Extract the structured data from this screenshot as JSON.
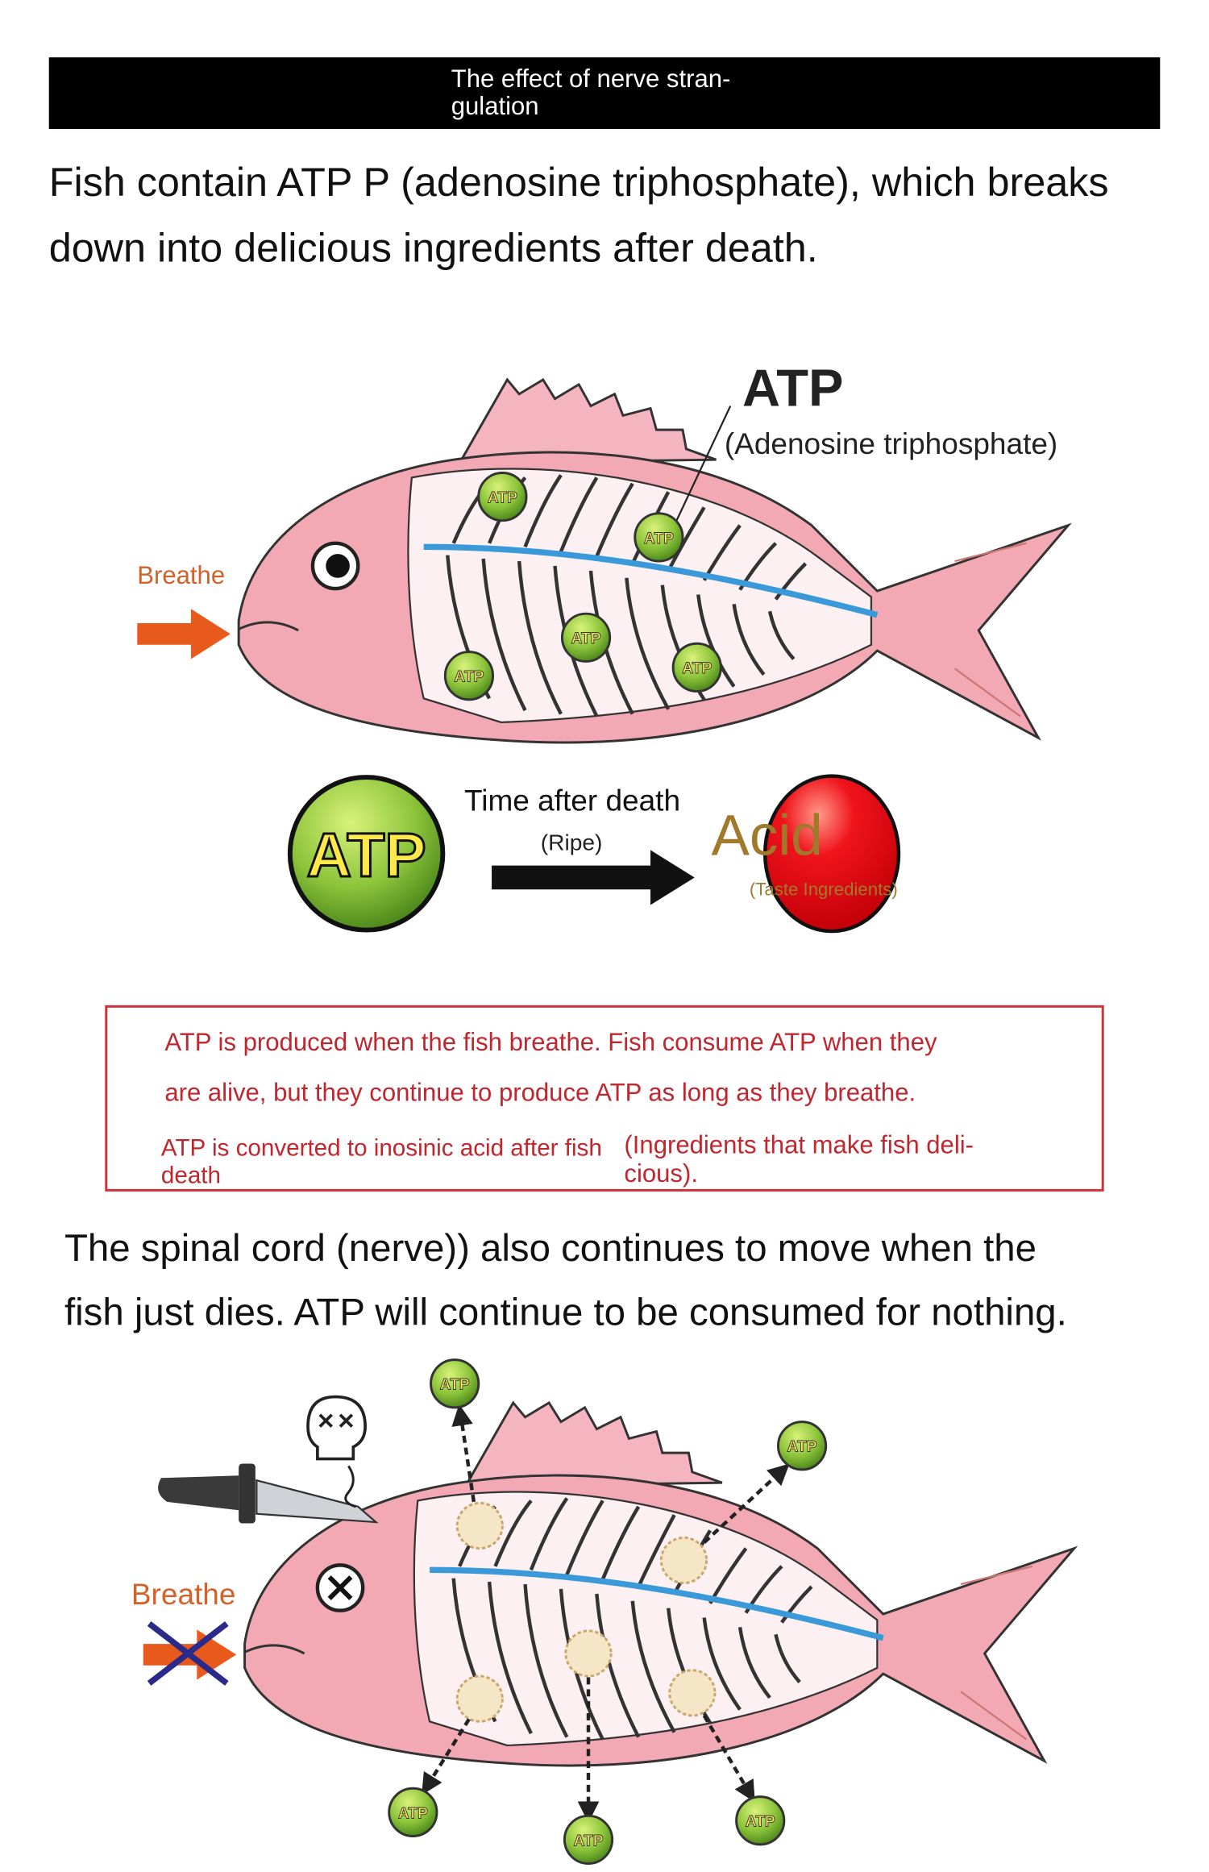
{
  "header": {
    "title_lines": [
      "The effect of nerve stran-",
      "gulation"
    ]
  },
  "intro": {
    "lines": [
      "Fish contain ATP P (adenosine triphosphate), which breaks",
      "down into delicious ingredients after death."
    ]
  },
  "diagram1": {
    "atp_label": "ATP",
    "atp_full_name": "(Adenosine triphosphate)",
    "breathe_label": "Breathe",
    "ball_label": "ATP",
    "big_ball_label": "ATP",
    "time_label": "Time after death",
    "ripe_label": "(Ripe)",
    "acid_label": "Acid",
    "acid_sublabel": "(Taste Ingredients)"
  },
  "info_box": {
    "lines": [
      "ATP is produced when the fish breathe. Fish consume ATP when they",
      "are alive, but they continue to produce ATP as long as they breathe."
    ],
    "conversion_lines": [
      "ATP is converted to inosinic acid after fish",
      "death"
    ],
    "parenthetical_lines": [
      "(Ingredients that make fish deli-",
      "cious)."
    ]
  },
  "spinal": {
    "lines": [
      "The spinal cord (nerve)) also continues to move when the",
      "fish just dies. ATP will continue to be consumed for nothing."
    ]
  },
  "diagram2": {
    "breathe_label": "Breathe",
    "ball_label": "ATP"
  },
  "colors": {
    "fish": "#f3a9b3",
    "spine": "#3a9ad9",
    "atp_green": "#8cc43a",
    "acid_red": "#e8141c",
    "box_red": "#d0303a",
    "breathe_orange": "#d4602a",
    "acid_text": "#a07a2a"
  }
}
